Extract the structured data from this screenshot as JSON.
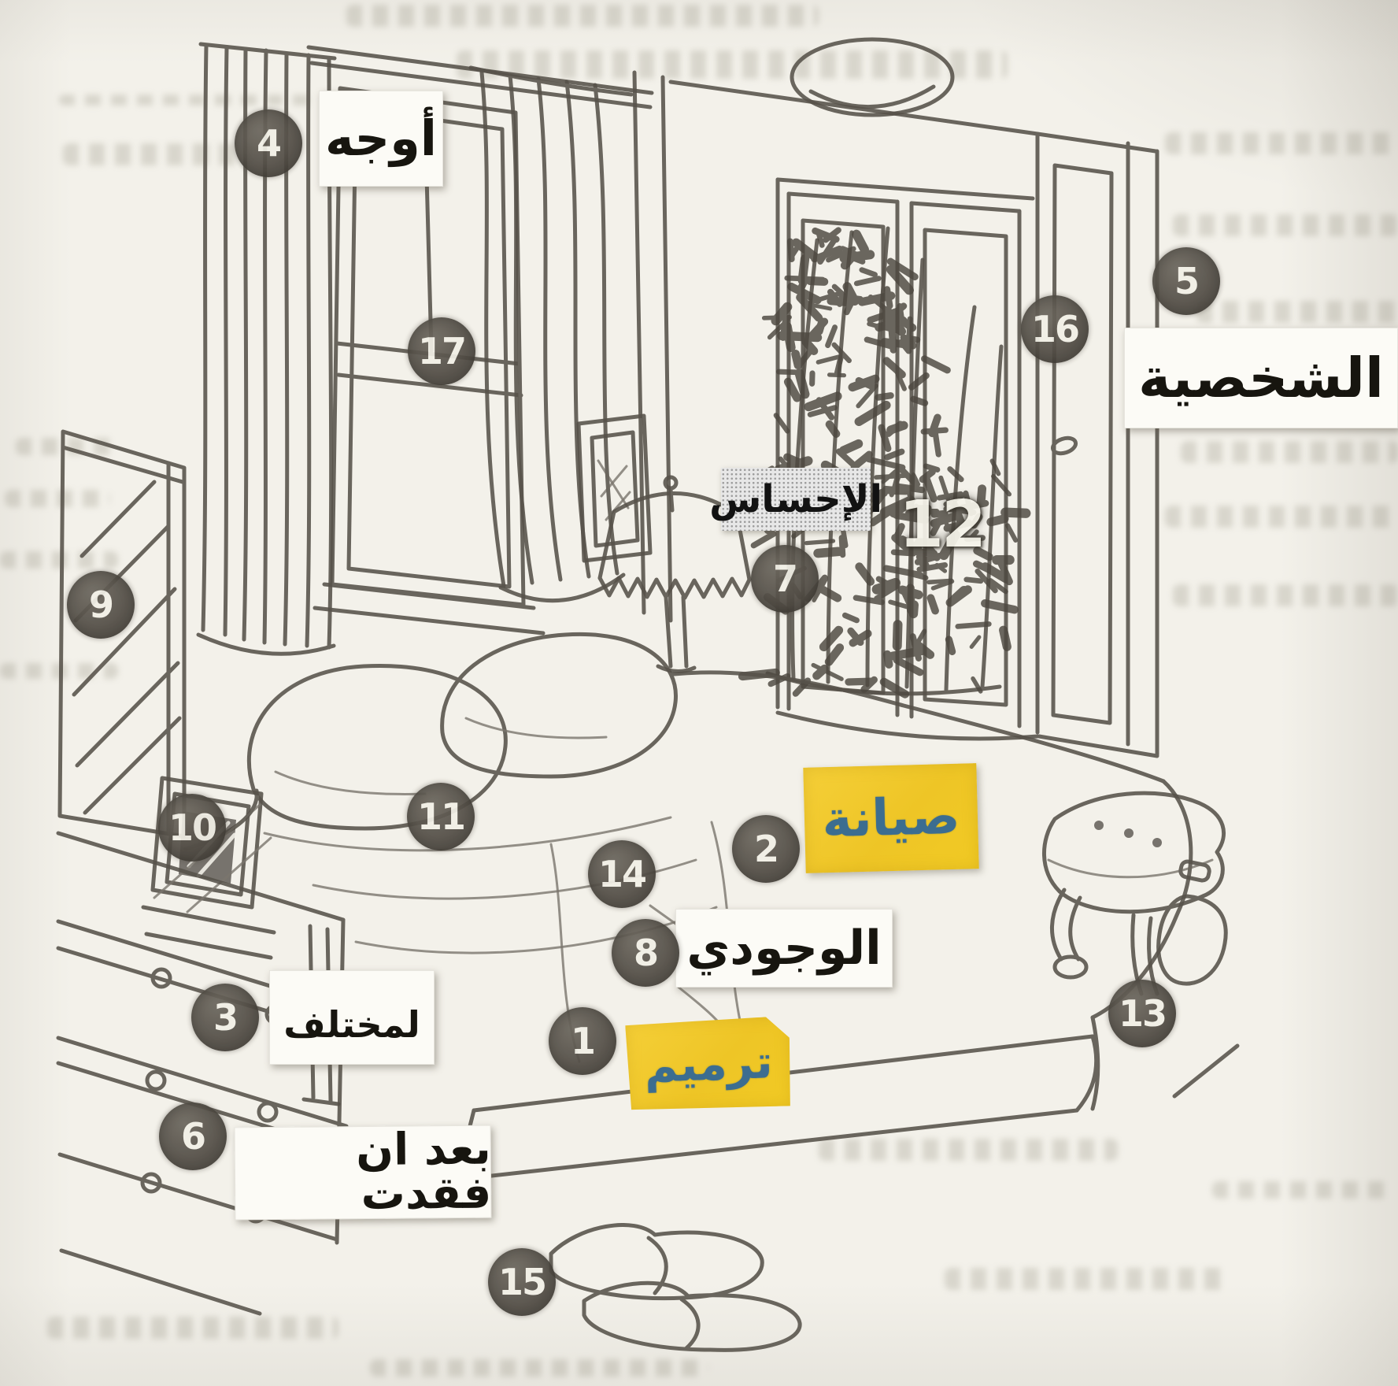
{
  "colors": {
    "paper": "#f3f1ea",
    "ink": "#57524a",
    "badge_fill": "#4b463f",
    "sticker_yellow": "#f0c92c",
    "sticker_blue_text": "#3c6d90",
    "sticker_white": "#fcfbf6",
    "halftone_label_bg": "#e7e7e7"
  },
  "badges": [
    {
      "value": "1"
    },
    {
      "value": "2"
    },
    {
      "value": "3"
    },
    {
      "value": "4"
    },
    {
      "value": "5"
    },
    {
      "value": "6"
    },
    {
      "value": "7"
    },
    {
      "value": "8"
    },
    {
      "value": "9"
    },
    {
      "value": "10"
    },
    {
      "value": "11"
    },
    {
      "value": "12"
    },
    {
      "value": "13"
    },
    {
      "value": "14"
    },
    {
      "value": "15"
    },
    {
      "value": "16"
    },
    {
      "value": "17"
    }
  ],
  "stickers": {
    "awjuh": {
      "text": "أوجه"
    },
    "shakhsiyyah": {
      "text": "الشخصية"
    },
    "ihsas": {
      "text": "الإحساس"
    },
    "siyanah": {
      "text": "صيانة"
    },
    "wujudi": {
      "text": "الوجودي"
    },
    "tarmim": {
      "text": "ترميم"
    },
    "mukhtalaf": {
      "text": "لمختلف"
    },
    "baad_an_faqadat": {
      "text": "بعد ان فقدت"
    }
  }
}
